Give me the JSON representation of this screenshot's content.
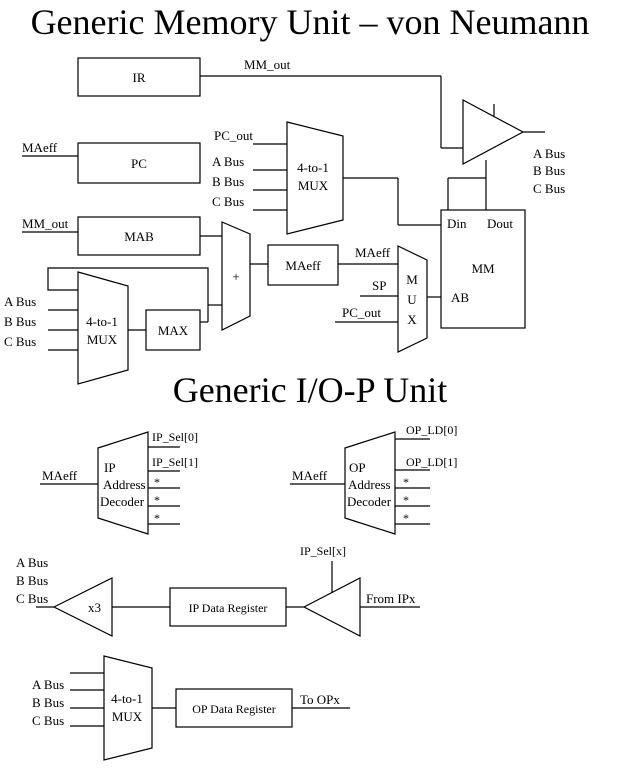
{
  "titles": {
    "memory": "Generic Memory Unit – von Neumann",
    "io": "Generic I/O-P Unit"
  },
  "memory_unit": {
    "ir": "IR",
    "pc": "PC",
    "mab": "MAB",
    "max": "MAX",
    "maeff_box": "MAeff",
    "mm": "MM",
    "din": "Din",
    "dout": "Dout",
    "ab": "AB",
    "adder": "+",
    "mux_line1": "4-to-1",
    "mux_line2": "MUX",
    "mux_v": [
      "M",
      "U",
      "X"
    ],
    "wires": {
      "mm_out_top": "MM_out",
      "maeff_pc_in": "MAeff",
      "pc_out": "PC_out",
      "a_bus": "A Bus",
      "b_bus": "B Bus",
      "c_bus": "C Bus",
      "mm_out_mab": "MM_out",
      "maeff_mux": "MAeff",
      "sp": "SP",
      "pc_out_mux": "PC_out"
    }
  },
  "io_unit": {
    "ip_decoder": [
      "IP",
      "Address",
      "Decoder"
    ],
    "op_decoder": [
      "OP",
      "Address",
      "Decoder"
    ],
    "ip_sel": [
      "IP_Sel[0]",
      "IP_Sel[1]"
    ],
    "op_ld": [
      "OP_LD[0]",
      "OP_LD[1]"
    ],
    "star": "*",
    "maeff": "MAeff",
    "ip_sel_x": "IP_Sel[x]",
    "from_ipx": "From IPx",
    "x3": "x3",
    "ip_data_register": "IP Data Register",
    "op_data_register": "OP Data Register",
    "to_opx": "To OPx",
    "a_bus": "A Bus",
    "b_bus": "B Bus",
    "c_bus": "C Bus",
    "mux_line1": "4-to-1",
    "mux_line2": "MUX"
  }
}
